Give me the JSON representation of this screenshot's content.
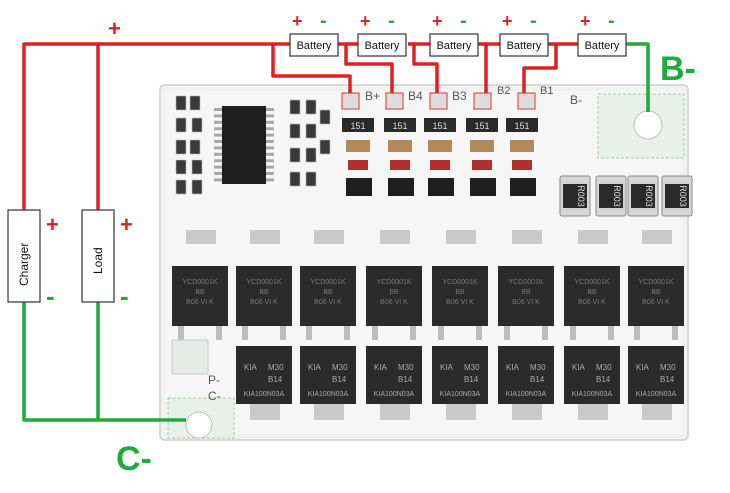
{
  "colors": {
    "positive_wire": "#e02020",
    "negative_wire": "#1faa3a",
    "plus_sign": "#e02020",
    "minus_sign": "#1faa3a",
    "pcb": "#f2f2f2",
    "mosfet": "#2b2b2b",
    "chip": "#1e1e1e"
  },
  "batteries": [
    {
      "label": "Battery",
      "plus": "+",
      "minus": "-"
    },
    {
      "label": "Battery",
      "plus": "+",
      "minus": "-"
    },
    {
      "label": "Battery",
      "plus": "+",
      "minus": "-"
    },
    {
      "label": "Battery",
      "plus": "+",
      "minus": "-"
    },
    {
      "label": "Battery",
      "plus": "+",
      "minus": "-"
    }
  ],
  "top_plus": "+",
  "charger": {
    "label": "Charger",
    "plus": "+",
    "minus": "-"
  },
  "load": {
    "label": "Load",
    "plus": "+",
    "minus": "-"
  },
  "terminals": {
    "b_minus": "B-",
    "c_minus": "C-"
  },
  "pcb_labels": {
    "b_plus": "B+",
    "b4": "B4",
    "b3": "B3",
    "b2": "B2",
    "b1": "B1",
    "b_minus_small": "B-",
    "p_minus": "P-",
    "c_minus_small": "C-"
  },
  "resistor_code": "151",
  "shunt_code": "R003",
  "mosfet_top_text": [
    "YCD0001K",
    "BB",
    "B06 VI K"
  ],
  "mosfet_bottom_text": [
    "KIA",
    "M30",
    "B14",
    "KIA100N03A"
  ]
}
